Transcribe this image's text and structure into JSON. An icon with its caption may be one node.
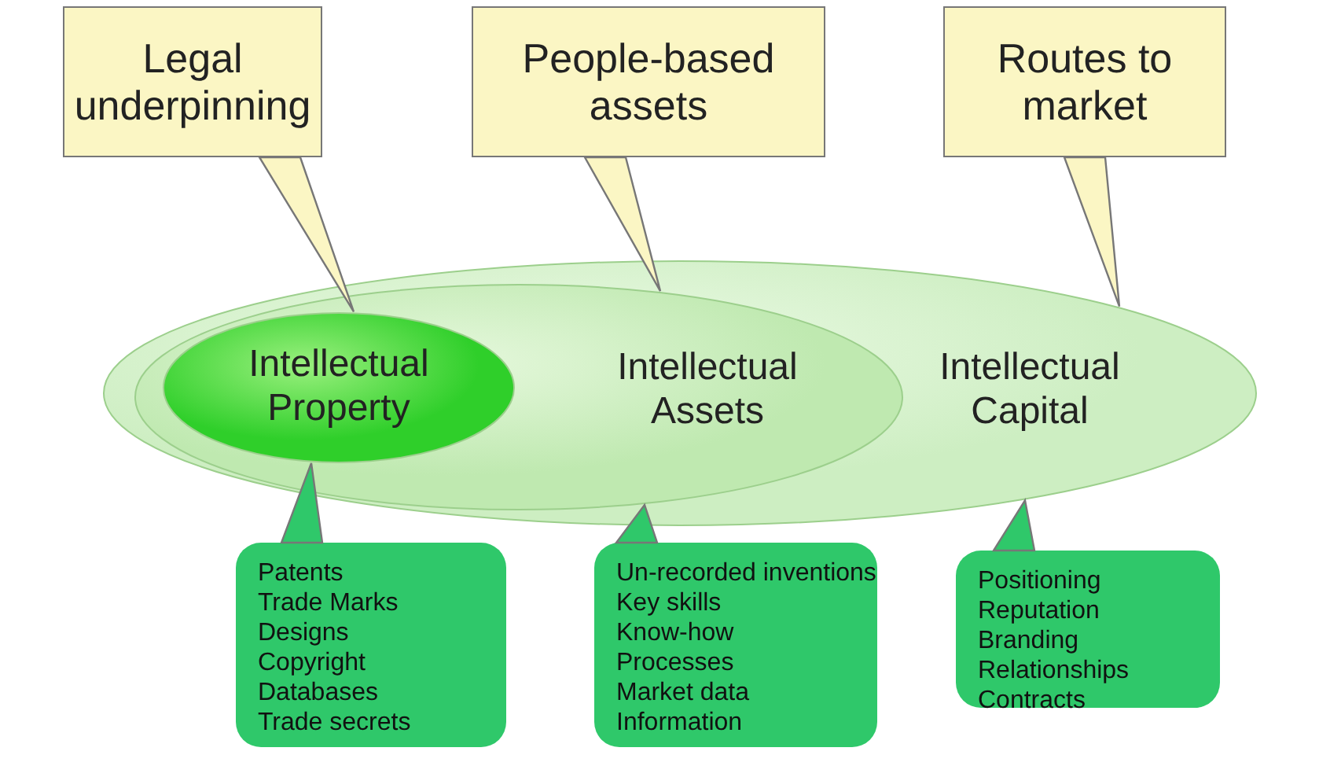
{
  "diagram": {
    "nodes": [
      {
        "text": [
          "Legal underpinning"
        ]
      },
      {
        "text": [
          "People-based assets"
        ]
      },
      {
        "text": [
          "Routes to market"
        ]
      },
      {
        "text": [
          "Intellectual Capital"
        ]
      },
      {
        "text": [
          "Intellectual Assets"
        ],
        "in": 3
      },
      {
        "text": [
          "Intellectual Property"
        ],
        "in": 4
      },
      {
        "text": [
          "Patents",
          "Trade Marks",
          "Designs",
          "Copyright",
          "Databases",
          "Trade secrets"
        ]
      },
      {
        "text": [
          "Un-recorded inventions",
          "Key skills",
          "Know-how",
          "Processes",
          "Market data",
          "Information"
        ]
      },
      {
        "text": [
          "Positioning",
          "Reputation",
          "Branding",
          "Relationships",
          "Contracts"
        ]
      }
    ],
    "edges": [
      {
        "from": 0,
        "to": 5,
        "arrow": "to"
      },
      {
        "from": 1,
        "to": 4,
        "arrow": "to"
      },
      {
        "from": 2,
        "to": 3,
        "arrow": "to"
      },
      {
        "from": 6,
        "to": 5,
        "arrow": "to"
      },
      {
        "from": 7,
        "to": 4,
        "arrow": "to"
      },
      {
        "from": 8,
        "to": 3,
        "arrow": "to"
      }
    ]
  }
}
